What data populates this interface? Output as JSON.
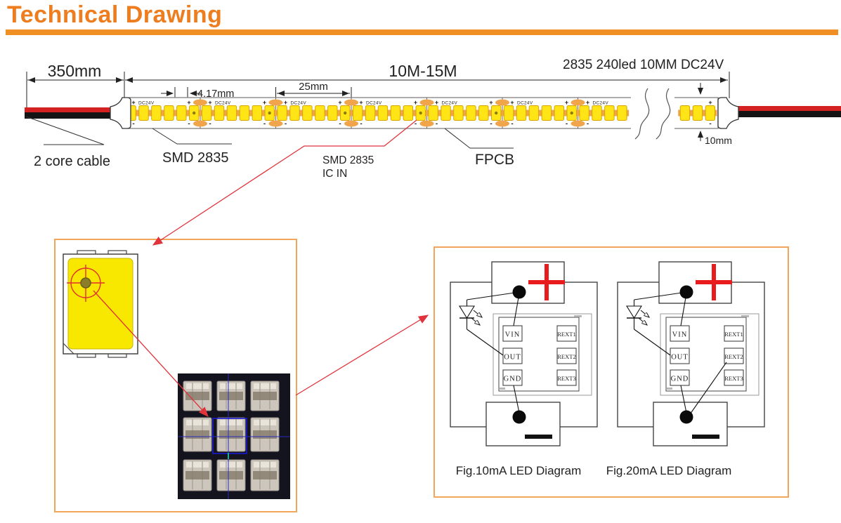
{
  "header": {
    "title": "Technical Drawing"
  },
  "colors": {
    "accent_orange": "#ED7D1F",
    "box_border_orange": "#F2A65A",
    "led_yellow": "#FFE515",
    "pad_orange": "#F0A44C",
    "signal_red": "#E0333C",
    "terminal_red": "#E81C1C",
    "cable_red": "#D42222",
    "cable_black": "#141414"
  },
  "strip": {
    "spec_label": "2835 240led 10MM DC24V",
    "dim_start": "350mm",
    "dim_length": "10M-15M",
    "dim_pitch": "4.17mm",
    "dim_cut": "25mm",
    "dim_width": "10mm",
    "cable_label": "2 core cable",
    "smd_label": "SMD 2835",
    "ic_label_line1": "SMD 2835",
    "ic_label_line2": "IC IN",
    "fpcb_label": "FPCB",
    "marking_plus": "+",
    "marking_minus": "-",
    "marking_voltage": "DC24V"
  },
  "diagram_box": {
    "pins_left": [
      "VIN",
      "OUT",
      "GND"
    ],
    "pins_right": [
      "REXT1",
      "REXT2",
      "REXT3"
    ],
    "figures": [
      {
        "caption": "Fig.10mA  LED Diagram"
      },
      {
        "caption": "Fig.20mA  LED Diagram"
      }
    ]
  }
}
